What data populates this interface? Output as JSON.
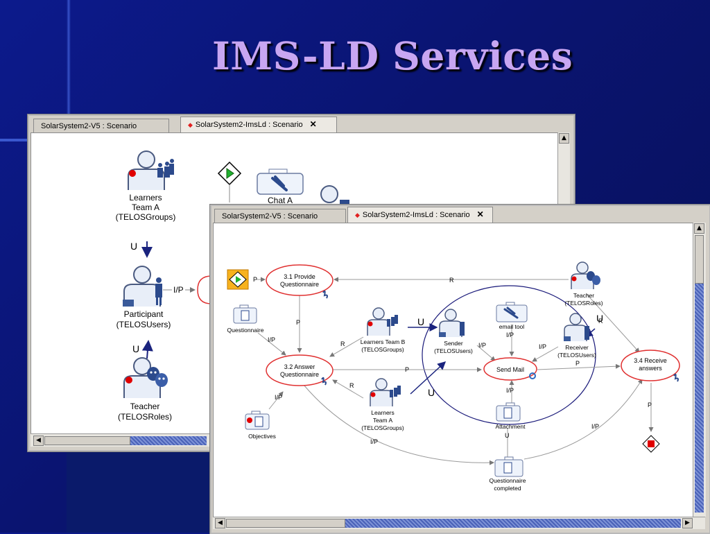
{
  "slide": {
    "title": "IMS-LD Services"
  },
  "window_back": {
    "tabs": [
      {
        "label": "SolarSystem2-V5 : Scenario"
      },
      {
        "label": "SolarSystem2-ImsLd : Scenario",
        "close": "✕"
      }
    ],
    "nodes": {
      "learners": [
        "Learners",
        "Team A",
        "(TELOSGroups)"
      ],
      "participant": [
        "Participant",
        "(TELOSUsers)"
      ],
      "teacher": [
        "Teacher",
        "(TELOSRoles)"
      ],
      "chat": "Chat A"
    },
    "edges": {
      "u1": "U",
      "u2": "U",
      "ip": "I/P"
    }
  },
  "window_front": {
    "tabs": [
      {
        "label": "SolarSystem2-V5 : Scenario"
      },
      {
        "label": "SolarSystem2-ImsLd : Scenario",
        "close": "✕"
      }
    ],
    "activities": {
      "a31": [
        "3.1 Provide",
        "Questionnaire"
      ],
      "a32": [
        "3.2 Answer",
        "Questionnaire"
      ],
      "a34": [
        "3.4 Receive",
        "answers"
      ],
      "send_mail": "Send Mail"
    },
    "resources": {
      "questionnaire": "Questionnaire",
      "objectives": "Objectives",
      "email_tool": "email tool",
      "attachment": "Attachment",
      "questionnaire_completed": [
        "Questionnaire",
        "completed"
      ]
    },
    "actors": {
      "teacher": [
        "Teacher",
        "(TELOSRoles)"
      ],
      "learners_b": [
        "Learners Team B",
        "(TELOSGroups)"
      ],
      "learners_a": [
        "Learners",
        "Team A",
        "(TELOSGroups)"
      ],
      "sender": [
        "Sender",
        "(TELOSUsers)"
      ],
      "receiver": [
        "Receiver",
        "(TELOSUsers)"
      ]
    },
    "edge_labels": {
      "p": "P",
      "r": "R",
      "ip": "I/P",
      "u": "U"
    }
  },
  "colors": {
    "activity_stroke": "#e03030",
    "circle_stroke": "#1a1a7a",
    "arrow_dark": "#1a237e",
    "person_fill": "#e8eef8",
    "person_stroke": "#4a5a80",
    "accent_red": "#e00000",
    "slide_title": "#c8a6f2"
  }
}
